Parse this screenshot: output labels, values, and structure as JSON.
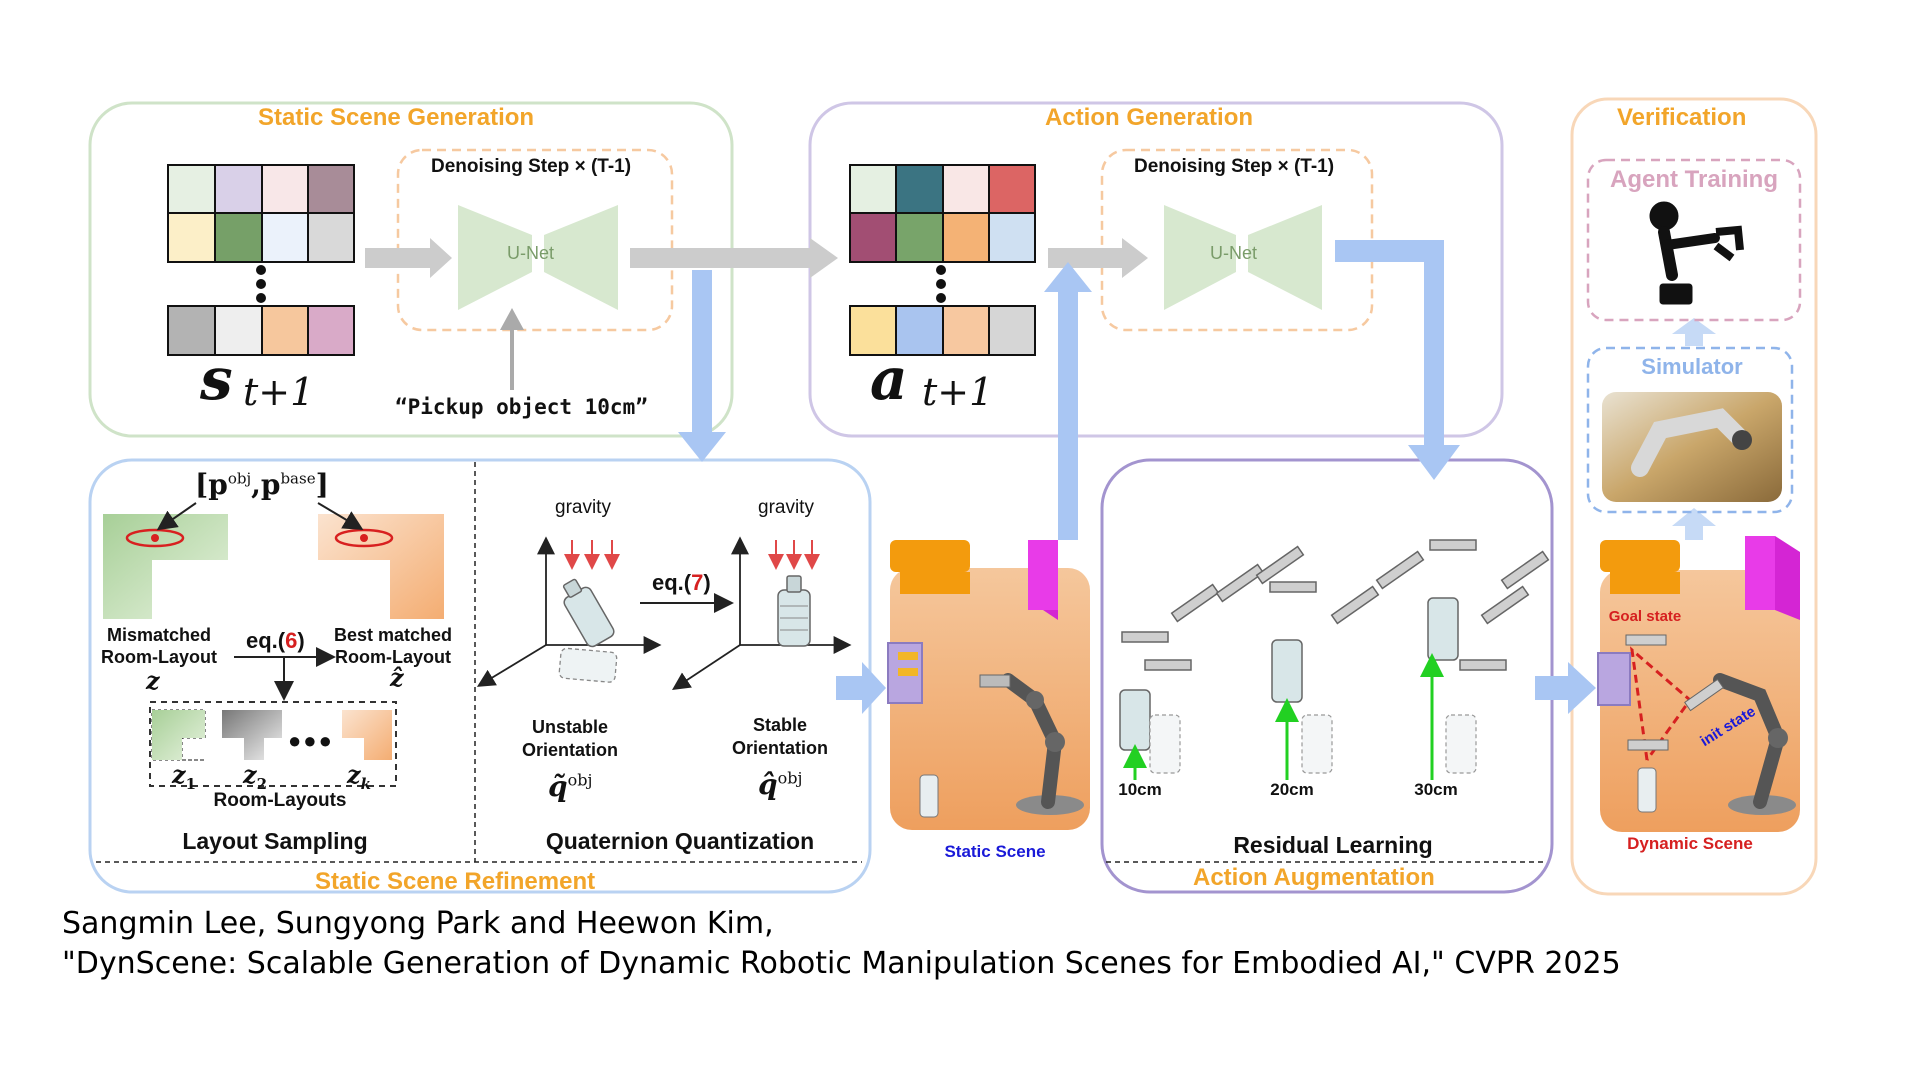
{
  "sections": {
    "static_gen": "Static Scene Generation",
    "action_gen": "Action Generation",
    "verification": "Verification",
    "static_ref": "Static Scene Refinement",
    "action_aug": "Action Augmentation"
  },
  "static_gen": {
    "denoise": "Denoising Step × (T-1)",
    "unet": "U-Net",
    "state_var": "s",
    "sub": "t+1",
    "prompt": "“Pickup object 10cm”",
    "grid_top": [
      "#e6f0e3",
      "#d9d0e8",
      "#f8e7e8",
      "#a88c98",
      "#fcefc8",
      "#76a068",
      "#ebf2fb",
      "#d9d9d9"
    ],
    "grid_bottom": [
      "#b3b3b3",
      "#eeeeee",
      "#f6c79d",
      "#d9aac8"
    ]
  },
  "action_gen": {
    "denoise": "Denoising Step × (T-1)",
    "unet": "U-Net",
    "action_var": "a",
    "sub": "t+1",
    "grid_top": [
      "#e5f0e2",
      "#3b7482",
      "#f9e7e6",
      "#dc6564",
      "#a24e73",
      "#78a46a",
      "#f4b275",
      "#cfe0f2"
    ],
    "grid_bottom": [
      "#fbe09b",
      "#a9c4ef",
      "#f7c8a0",
      "#d6d6d6"
    ]
  },
  "layout": {
    "p_label": "[p",
    "obj": "obj",
    "base": "base",
    "mismatch": "Mismatched\nRoom-Layout",
    "best": "Best matched\nRoom-Layout",
    "eq6": "eq.(",
    "eq6_num": "6",
    "z": "z",
    "zhat": "ẑ",
    "z1": "z",
    "z2": "z",
    "zk": "z",
    "s1": "1",
    "s2": "2",
    "sk": "k",
    "dots": "●●●",
    "room_layouts": "Room-Layouts",
    "title": "Layout Sampling"
  },
  "quat": {
    "gravity1": "gravity",
    "gravity2": "gravity",
    "eq7": "eq.(",
    "eq7_num": "7",
    "unstable": "Unstable\nOrientation",
    "stable": "Stable\nOrientation",
    "q_tilde": "q̃",
    "q_hat": "q̂",
    "obj": "obj",
    "title": "Quaternion Quantization"
  },
  "static_scene": {
    "label": "Static Scene"
  },
  "residual": {
    "d1": "10cm",
    "d2": "20cm",
    "d3": "30cm",
    "title": "Residual Learning"
  },
  "verif": {
    "agent": "Agent Training",
    "simulator": "Simulator",
    "goal": "Goal state",
    "init": "init state",
    "dynamic": "Dynamic Scene"
  },
  "caption": {
    "line1": "Sangmin Lee, Sungyong Park and Heewon Kim,",
    "line2": "\"DynScene: Scalable Generation of Dynamic Robotic Manipulation Scenes for Embodied AI,\" CVPR 2025"
  },
  "colors": {
    "orange_title": "#f2a52a",
    "green_border": "#cfe3c8",
    "purple_border": "#cfc6e6",
    "blue_border": "#b9d2f2",
    "peach_border": "#f8d7b8",
    "arrow_blue": "#a9c6f3",
    "arrow_gray": "#cccccc",
    "unet_green": "#d7e8cf",
    "dashed_orange": "#f6c9a0",
    "red_eq": "#d62020",
    "agent_pink": "#d8a4be",
    "sim_blue": "#8fb4ea",
    "goal_red": "#d62020",
    "static_blue": "#1a1ad8",
    "magenta": "#e83be8",
    "scene_floor": "#f2b27d",
    "green_arrow": "#22d022"
  }
}
